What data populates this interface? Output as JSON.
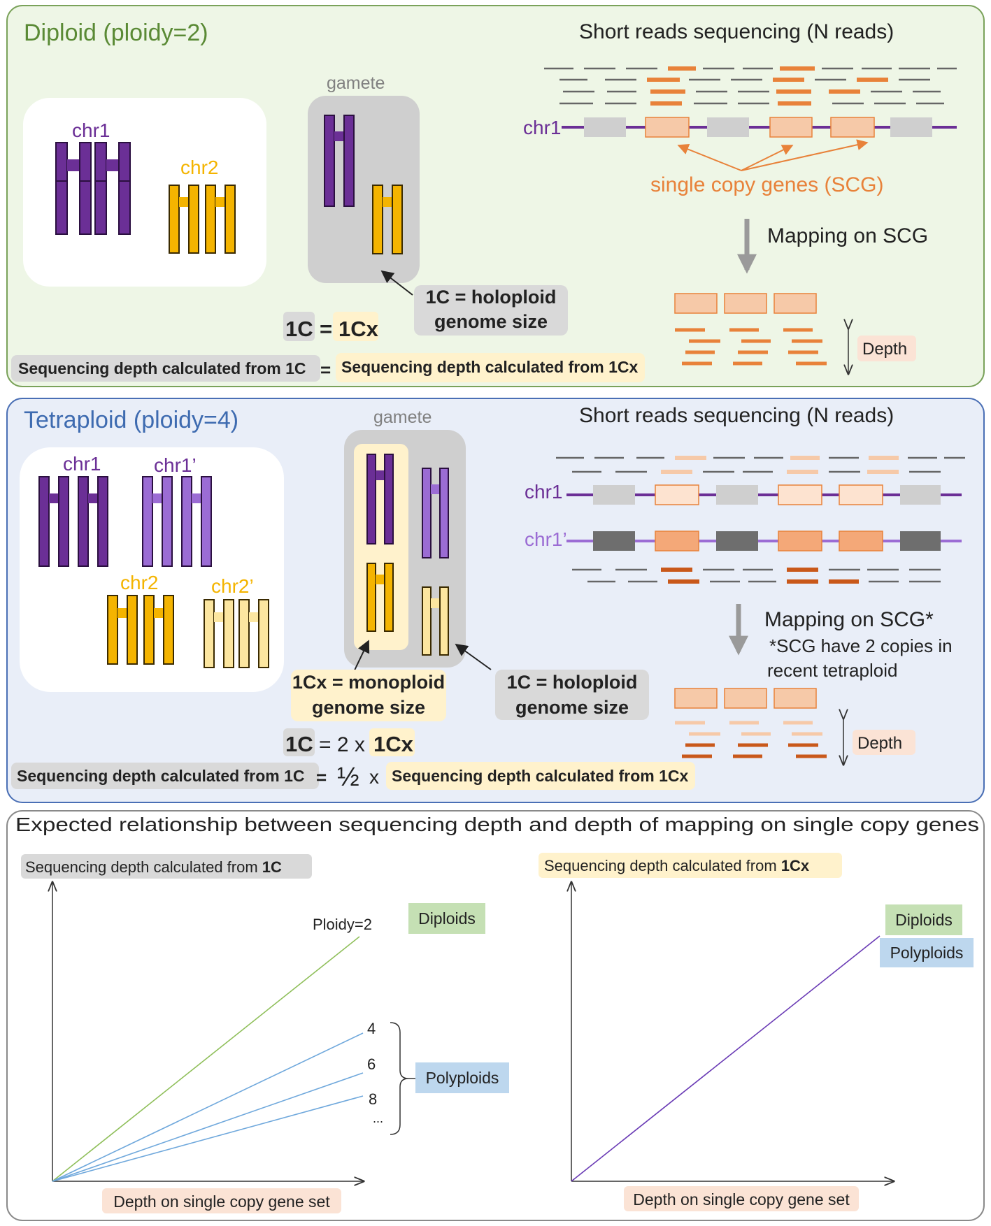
{
  "colors": {
    "diploid_bg": "#eef6e6",
    "diploid_border": "#7aa25a",
    "diploid_title": "#5a8a35",
    "tetraploid_bg": "#e9eef8",
    "tetraploid_border": "#4a6fb5",
    "tetraploid_title": "#3e6bb0",
    "purple": "#6b2f96",
    "light_purple": "#9b6cd4",
    "gold": "#f4b400",
    "pale_gold": "#fce6a0",
    "orange": "#e8823a",
    "light_orange": "#f6c9a8",
    "dark_orange": "#c9581a",
    "gray_box": "#cfcfcf",
    "label_gray": "#d9d9d9",
    "label_yellow": "#fff2cc",
    "label_peach": "#fbe3d5",
    "label_green": "#c5e0b4",
    "label_blue": "#bdd7ee",
    "green_line": "#8fbf5a",
    "blue_line": "#6fa8dc",
    "violet_line": "#6a3bb5"
  },
  "diploid": {
    "title": "Diploid (ploidy=2)",
    "chr1": "chr1",
    "chr2": "chr2",
    "gamete": "gamete",
    "reads_title": "Short reads sequencing (N reads)",
    "chr_label": "chr1",
    "scg_label": "single copy genes (SCG)",
    "mapping": "Mapping on SCG",
    "holoploid_line1": "1C = holoploid",
    "holoploid_line2": "genome size",
    "eq_left": "1C",
    "eq_mid": "=",
    "eq_right": "1Cx",
    "depth_left": "Sequencing depth calculated from 1C",
    "depth_eq": "=",
    "depth_right": "Sequencing depth calculated from 1Cx",
    "depth_label": "Depth"
  },
  "tetraploid": {
    "title": "Tetraploid (ploidy=4)",
    "chr1": "chr1",
    "chr1p": "chr1’",
    "chr2": "chr2",
    "chr2p": "chr2’",
    "gamete": "gamete",
    "reads_title": "Short reads sequencing (N reads)",
    "chr_label_1": "chr1",
    "chr_label_2": "chr1’",
    "mapping": "Mapping on SCG*",
    "note_line1": "*SCG have 2 copies in",
    "note_line2": "recent tetraploid",
    "monoploid_line1": "1Cx = monoploid",
    "monoploid_line2": "genome size",
    "holoploid_line1": "1C = holoploid",
    "holoploid_line2": "genome size",
    "eq_left": "1C",
    "eq_mid": "= 2 x",
    "eq_right": "1Cx",
    "depth_left": "Sequencing depth calculated from 1C",
    "depth_eq": "=",
    "depth_half": "½",
    "depth_x": "x",
    "depth_right": "Sequencing depth calculated from 1Cx",
    "depth_label": "Depth"
  },
  "bottom": {
    "title": "Expected relationship between sequencing depth and depth of mapping on single copy genes",
    "left_ylabel_prefix": "Sequencing depth calculated from ",
    "left_ylabel_bold": "1C",
    "right_ylabel_prefix": "Sequencing depth calculated from ",
    "right_ylabel_bold": "1Cx",
    "xlabel_left": "Depth on single copy gene set",
    "xlabel_right": "Depth on single copy gene set",
    "ploidy_label": "Ploidy=2",
    "tick_4": "4",
    "tick_6": "6",
    "tick_8": "8",
    "ellipsis": "...",
    "legend_diploids_left": "Diploids",
    "legend_polyploids_left": "Polyploids",
    "legend_diploids_right": "Diploids",
    "legend_polyploids_right": "Polyploids"
  }
}
